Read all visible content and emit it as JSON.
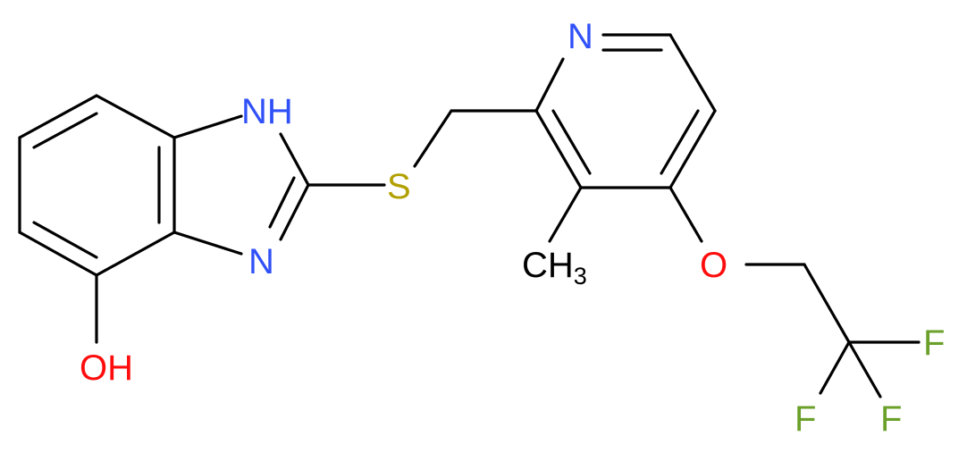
{
  "structure": {
    "atom_labels": {
      "nh": "NH",
      "n_imidazole": "N",
      "s": "S",
      "n_pyridine": "N",
      "oh": "OH",
      "o_ether": "O",
      "ch3_c": "CH",
      "ch3_sub": "3",
      "f1": "F",
      "f2": "F",
      "f3": "F"
    },
    "colors": {
      "bond": "#000000",
      "carbon": "#000000",
      "nitrogen": "#3050F8",
      "oxygen": "#FF0D0D",
      "sulfur": "#B2A000",
      "fluorine": "#6BA02A"
    }
  }
}
